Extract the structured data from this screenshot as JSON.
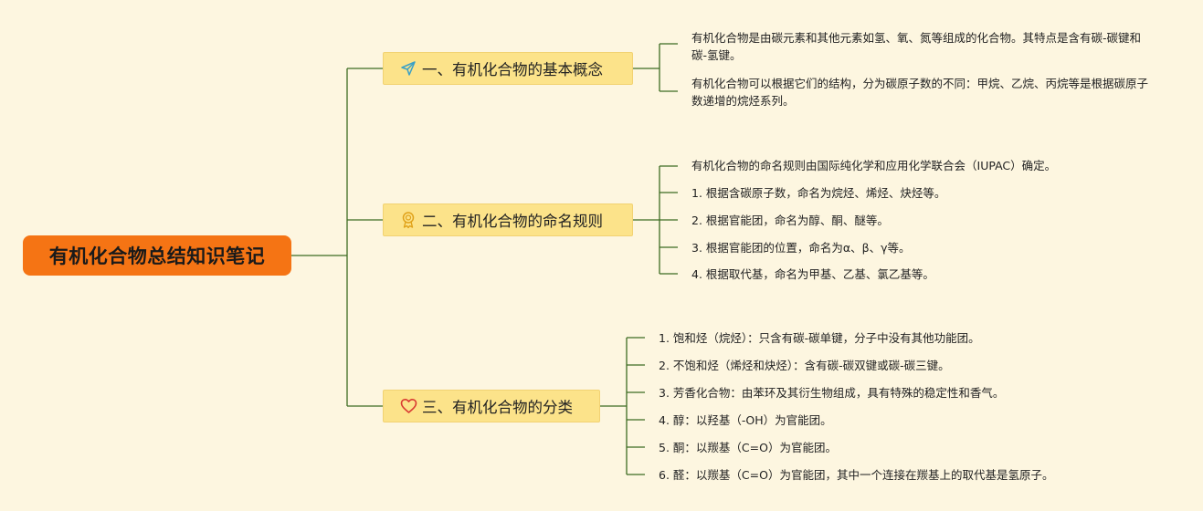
{
  "root": {
    "title": "有机化合物总结知识笔记"
  },
  "branches": [
    {
      "title": "一、有机化合物的基本概念",
      "icon": "paper-plane-icon",
      "items": [
        "有机化合物是由碳元素和其他元素如氢、氧、氮等组成的化合物。其特点是含有碳-碳键和碳-氢键。",
        "有机化合物可以根据它们的结构，分为碳原子数的不同：甲烷、乙烷、丙烷等是根据碳原子数递增的烷烃系列。"
      ]
    },
    {
      "title": "二、有机化合物的命名规则",
      "icon": "award-ribbon-icon",
      "items": [
        "有机化合物的命名规则由国际纯化学和应用化学联合会（IUPAC）确定。",
        "1. 根据含碳原子数，命名为烷烃、烯烃、炔烃等。",
        "2. 根据官能团，命名为醇、酮、醚等。",
        "3. 根据官能团的位置，命名为α、β、γ等。",
        "4. 根据取代基，命名为甲基、乙基、氯乙基等。"
      ]
    },
    {
      "title": "三、有机化合物的分类",
      "icon": "heart-icon",
      "items": [
        "1. 饱和烃（烷烃）：只含有碳-碳单键，分子中没有其他功能团。",
        "2. 不饱和烃（烯烃和炔烃）：含有碳-碳双键或碳-碳三键。",
        "3. 芳香化合物：由苯环及其衍生物组成，具有特殊的稳定性和香气。",
        "4. 醇：以羟基（-OH）为官能团。",
        "5. 酮：以羰基（C=O）为官能团。",
        "6. 醛：以羰基（C=O）为官能团，其中一个连接在羰基上的取代基是氢原子。"
      ]
    }
  ],
  "colors": {
    "background": "#fdf6e0",
    "root_fill": "#f57414",
    "branch_fill": "#fce38a",
    "connector": "#3d6b22"
  }
}
